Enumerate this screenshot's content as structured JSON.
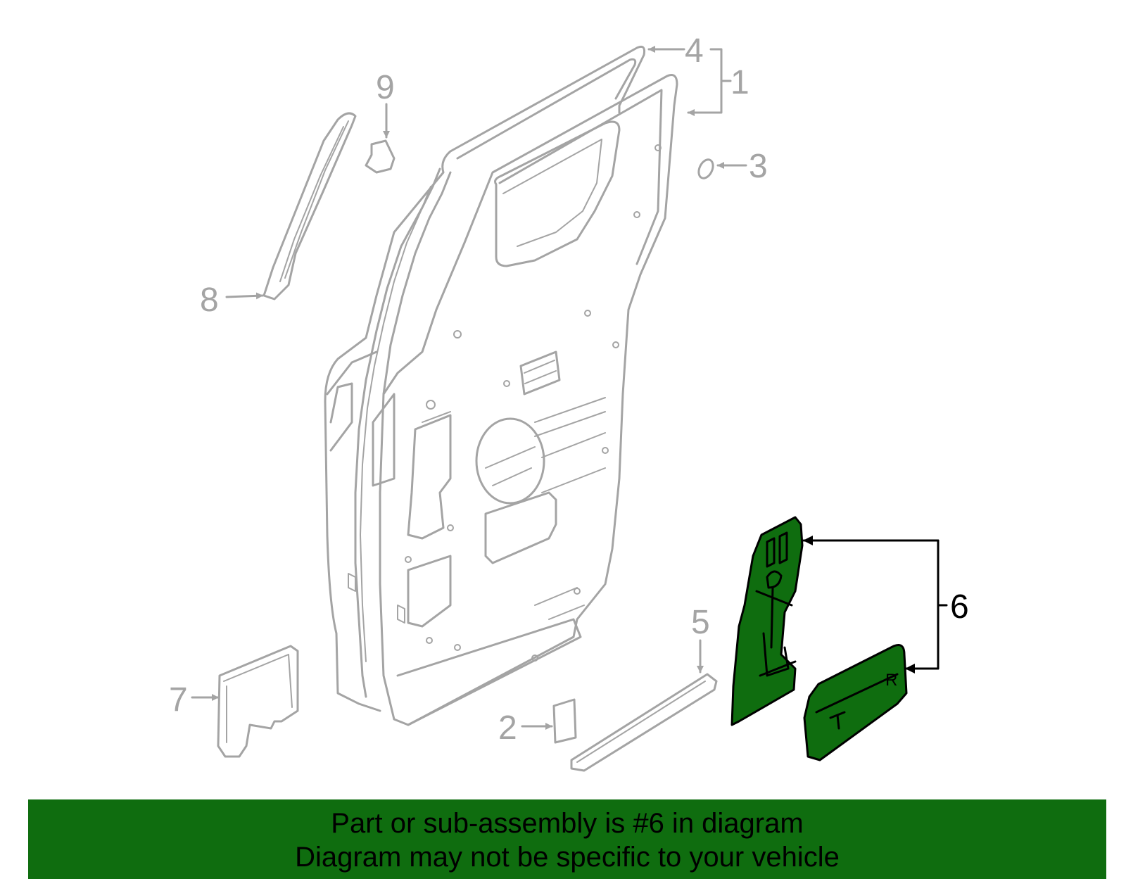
{
  "callouts": {
    "c1": "1",
    "c2": "2",
    "c3": "3",
    "c4": "4",
    "c5": "5",
    "c6": "6",
    "c7": "7",
    "c8": "8",
    "c9": "9"
  },
  "panel_label": "R",
  "highlighted_part": "6",
  "colors": {
    "highlight": "#0f6d0f",
    "line_gray": "#a4a4a4",
    "banner_bg": "#0f6d0f",
    "text_black": "#000000"
  },
  "banner": {
    "line1": "Part or sub-assembly is #6 in diagram",
    "line2": "Diagram may not be specific to your vehicle"
  }
}
